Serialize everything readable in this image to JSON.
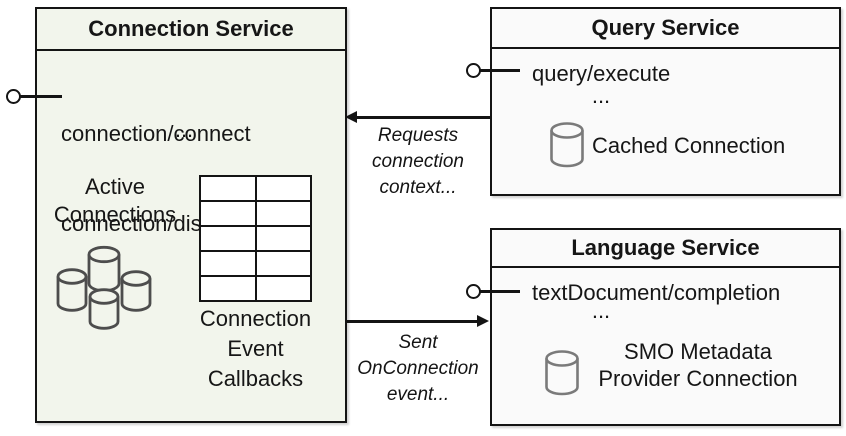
{
  "services": {
    "connection": {
      "title": "Connection Service",
      "apis": [
        "connection/connect",
        "connection/disconnect"
      ],
      "ellipsis": "...",
      "active_connections": [
        "Active",
        "Connections"
      ],
      "callbacks_caption": [
        "Connection",
        "Event",
        "Callbacks"
      ]
    },
    "query": {
      "title": "Query Service",
      "api": "query/execute",
      "ellipsis": "...",
      "cached_connection_label": "Cached Connection"
    },
    "language": {
      "title": "Language Service",
      "api": "textDocument/completion",
      "ellipsis": "...",
      "smo_caption": [
        "SMO Metadata",
        "Provider Connection"
      ]
    }
  },
  "arrows": {
    "requests_context": [
      "Requests",
      "connection",
      "context..."
    ],
    "sent_event": [
      "Sent",
      "OnConnection",
      "event..."
    ]
  },
  "table": {
    "rows": 5,
    "columns": 2
  },
  "icons": {
    "connection_pool": "database-cylinder-cluster",
    "query_db": "database-cylinder",
    "language_db": "database-cylinder",
    "interface": "lollipop-connector"
  },
  "colors": {
    "connection_box_fill": "#f2f5ec",
    "service_box_fill": "#fafafa",
    "border": "#141414",
    "pool_cylinder_stroke": "#4d4d4d",
    "db_cylinder_stroke": "#7a7a7a",
    "text": "#161616"
  }
}
